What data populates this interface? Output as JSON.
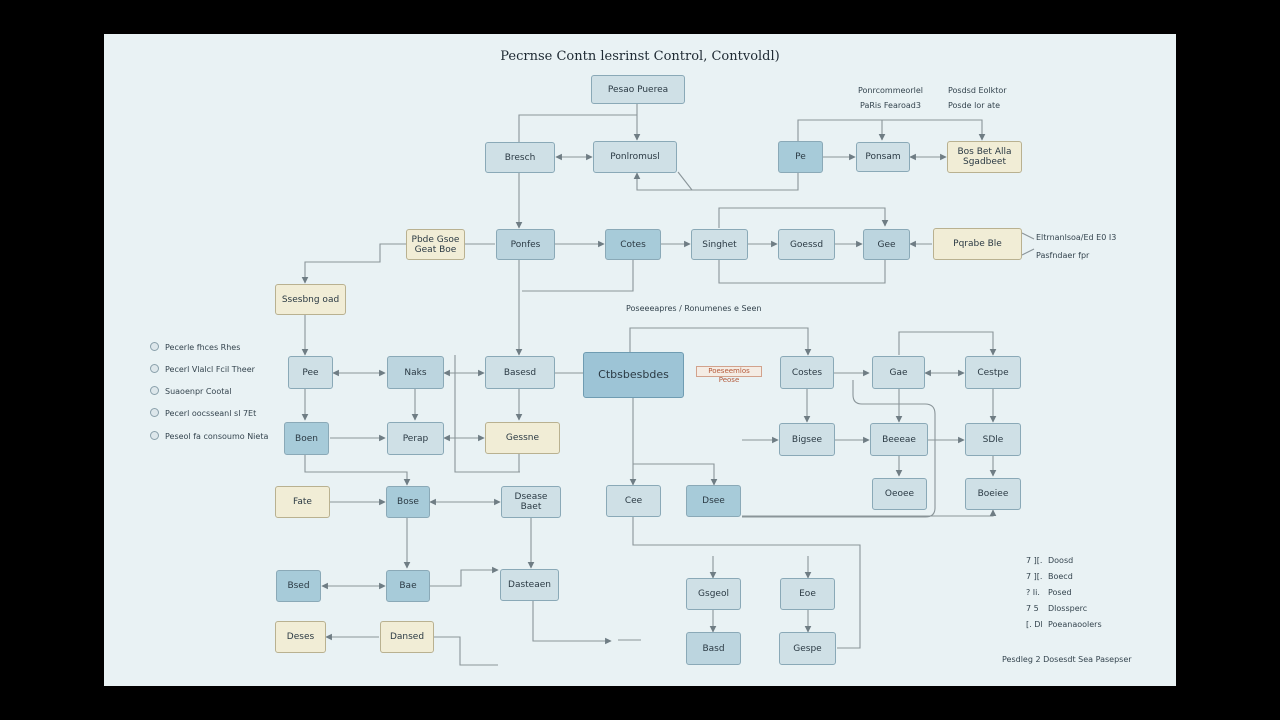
{
  "title": "Pecrnse Contn lesrinst Control, Contvoldl)",
  "top_notes": [
    "Ponrcommeorlel",
    "PaRis Fearoad3",
    "Posdsd Eolktor",
    "Posde lor ate"
  ],
  "center_note": "Poseeeapres / Ronumenes e Seen",
  "right_note_1": "Eltrnanlsoa/Ed E0 I3",
  "right_note_2": "Pasfndaer fpr",
  "red_note": "Poeseemlos Peose",
  "nodes": {
    "n_top": "Pesao Puerea",
    "n_bresch": "Bresch",
    "n_ponlrom": "Ponlromusl",
    "n_pe": "Pe",
    "n_ponsam": "Ponsam",
    "n_bosbet": "Bos Bet Alla\nSgadbeet",
    "n_pbde": "Pbde Gsoe\nGeat Boe",
    "n_ponfes": "Ponfes",
    "n_cotes": "Cotes",
    "n_singhet": "Singhet",
    "n_goessd": "Goessd",
    "n_gee": "Gee",
    "n_pqrabe": "Pqrabe Ble",
    "n_sesbng": "Ssesbng oad",
    "n_pee": "Pee",
    "n_naks": "Naks",
    "n_basesd": "Basesd",
    "n_main": "Ctbsbesbdes",
    "n_costes": "Costes",
    "n_gae": "Gae",
    "n_cestpe": "Cestpe",
    "n_boen": "Boen",
    "n_perap": "Perap",
    "n_gessne": "Gessne",
    "n_bigsee": "Bigsee",
    "n_beeeae": "Beeeae",
    "n_sdle": "SDle",
    "n_fate": "Fate",
    "n_bose": "Bose",
    "n_dsease": "Dsease Baet",
    "n_cee": "Cee",
    "n_dse": "Dsee",
    "n_oeoee": "Oeoee",
    "n_boeiee": "Boeiee",
    "n_bsesd": "Bsed",
    "n_bae": "Bae",
    "n_dasteaen": "Dasteaen",
    "n_gsgeol": "Gsgeol",
    "n_eoe": "Eoe",
    "n_deses": "Deses",
    "n_dansed": "Dansed",
    "n_basd": "Basd",
    "n_gespe": "Gespe"
  },
  "legend_left": [
    "Pecerle fhces Rhes",
    "Pecerl Vlalcl Fcil Theer",
    "Suaoenpr Cootal",
    "Pecerl oocsseanl sl 7Et",
    "Peseol fa consoumo Nieta"
  ],
  "key_right": [
    {
      "sym": "7  ][.",
      "label": "Doosd"
    },
    {
      "sym": "7  ][.",
      "label": "Boecd"
    },
    {
      "sym": "?  Ii.",
      "label": "Posed"
    },
    {
      "sym": "7  5",
      "label": "Dlossperc"
    },
    {
      "sym": "[.  Dl",
      "label": "Poeanaoolers"
    }
  ],
  "footer": "Pesdleg 2 Dosesdt Sea Pasepser",
  "colors": {
    "canvas": "#e9f2f4",
    "node_light": "#cfe0e6",
    "node_dark": "#a7cbd9",
    "node_cream": "#f1edd6",
    "node_main": "#9dc4d6",
    "edge": "#8a9599"
  }
}
